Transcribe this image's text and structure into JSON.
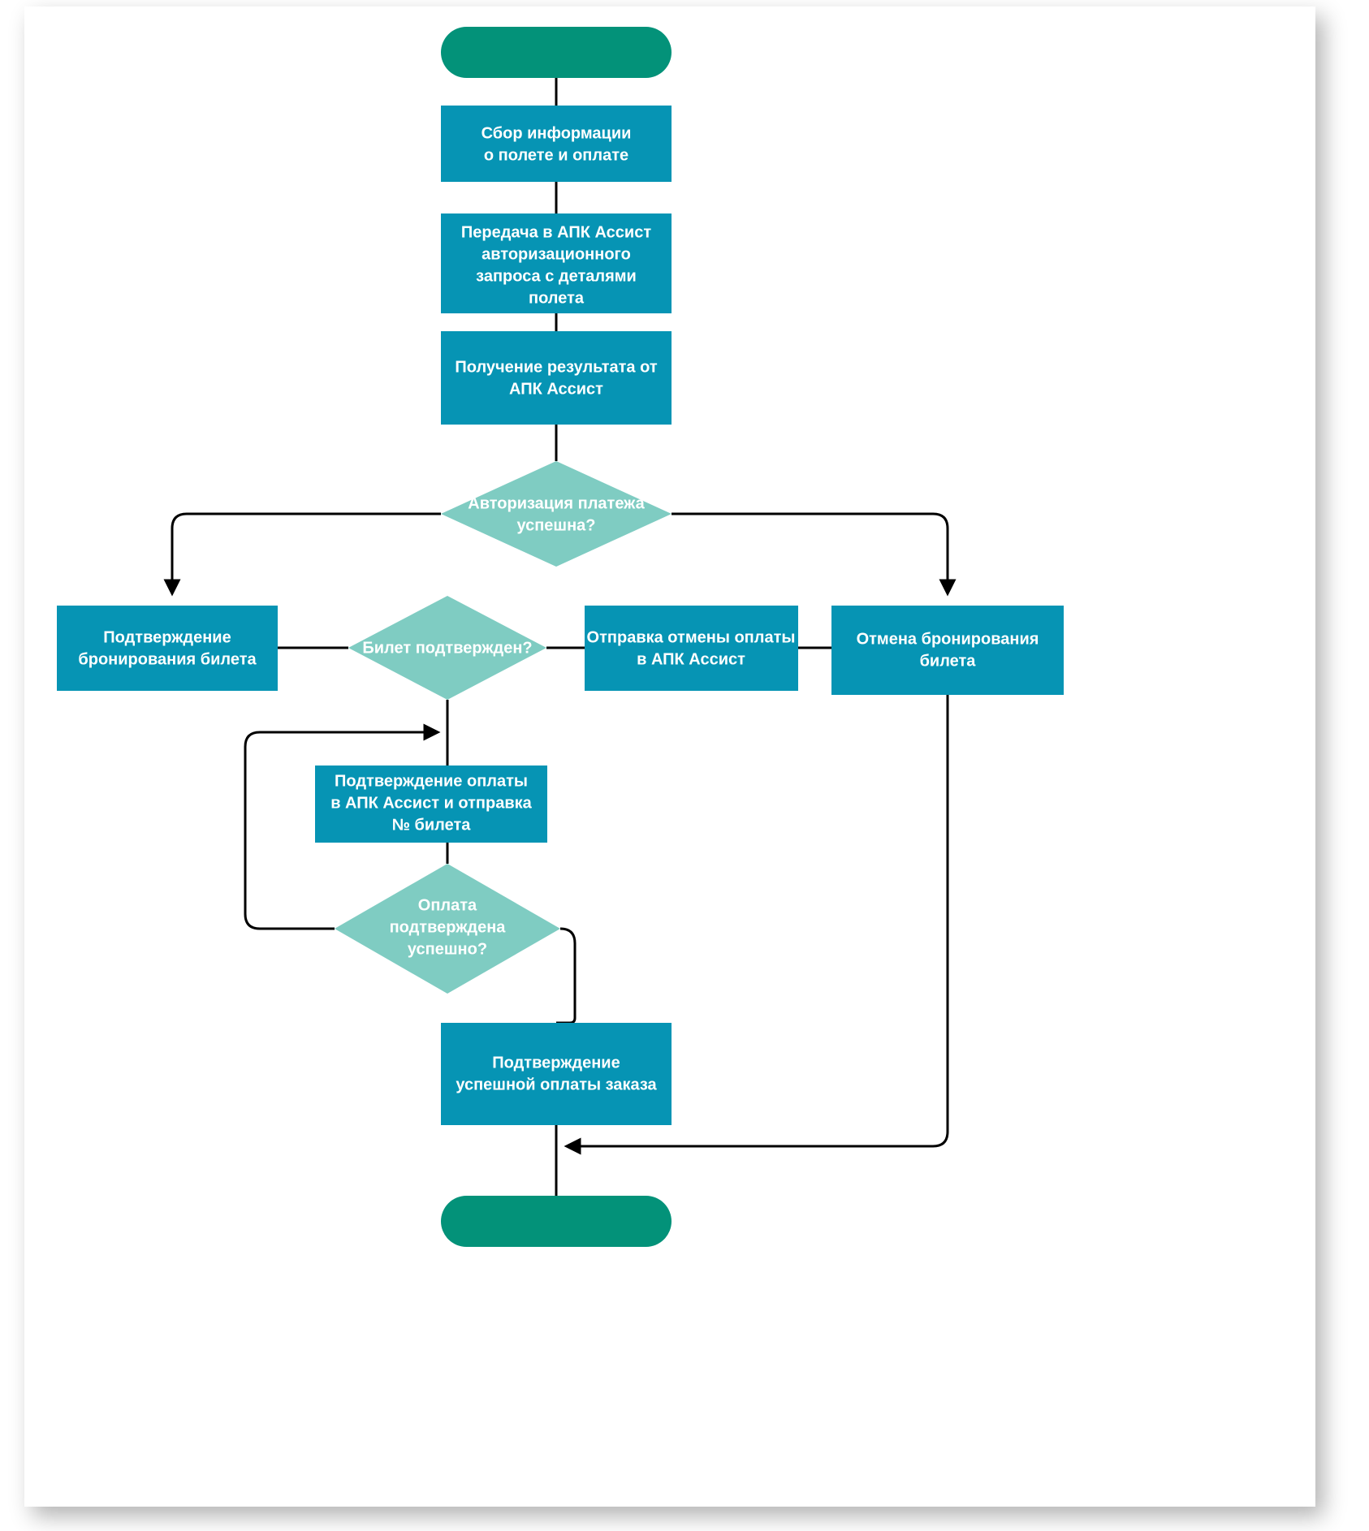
{
  "diagram": {
    "title": "Процесс оплаты и бронирования билета",
    "type": "flowchart",
    "colors": {
      "terminator": "#039279",
      "process": "#0694B4",
      "decision": "#7FCCC2",
      "edge": "#000000",
      "label": "#FFFFFF",
      "canvas": "#FFFFFF"
    },
    "nodes": {
      "start": {
        "label": "",
        "shape": "terminator"
      },
      "collect_info": {
        "label": "Сбор информации\nо полете и оплате",
        "shape": "process"
      },
      "send_auth": {
        "label": "Передача в АПК Ассист\nавторизационного\nзапроса с деталями\nполета",
        "shape": "process"
      },
      "get_result": {
        "label": "Получение результата от\nАПК Ассист",
        "shape": "process"
      },
      "auth_ok": {
        "label": "Авторизация платежа\nуспешна?",
        "shape": "decision"
      },
      "confirm_booking": {
        "label": "Подтверждение\nбронирования билета",
        "shape": "process"
      },
      "ticket_confirmed": {
        "label": "Билет подтвержден?",
        "shape": "decision"
      },
      "send_cancel": {
        "label": "Отправка отмены оплаты\nв АПК Ассист",
        "shape": "process"
      },
      "cancel_booking": {
        "label": "Отмена бронирования\nбилета",
        "shape": "process"
      },
      "confirm_payment": {
        "label": "Подтверждение оплаты\nв АПК Ассист и отправка\n№ билета",
        "shape": "process"
      },
      "payment_ok": {
        "label": "Оплата\nподтверждена\nуспешно?",
        "shape": "decision"
      },
      "order_paid": {
        "label": "Подтверждение\nуспешной оплаты заказа",
        "shape": "process"
      },
      "end": {
        "label": "",
        "shape": "terminator"
      }
    },
    "node_lines": {
      "collect_info": [
        "Сбор информации",
        "о полете и оплате"
      ],
      "send_auth": [
        "Передача в АПК Ассист",
        "авторизационного",
        "запроса с деталями",
        "полета"
      ],
      "get_result": [
        "Получение результата от",
        "АПК Ассист"
      ],
      "auth_ok": [
        "Авторизация платежа",
        "успешна?"
      ],
      "confirm_booking": [
        "Подтверждение",
        "бронирования билета"
      ],
      "ticket_confirmed": [
        "Билет подтвержден?"
      ],
      "send_cancel": [
        "Отправка отмены оплаты",
        "в АПК Ассист"
      ],
      "cancel_booking": [
        "Отмена бронирования",
        "билета"
      ],
      "confirm_payment": [
        "Подтверждение оплаты",
        "в АПК Ассист и отправка",
        "№ билета"
      ],
      "payment_ok": [
        "Оплата",
        "подтверждена",
        "успешно?"
      ],
      "order_paid": [
        "Подтверждение",
        "успешной оплаты заказа"
      ]
    },
    "edges": [
      {
        "from": "start",
        "to": "collect_info",
        "label": ""
      },
      {
        "from": "collect_info",
        "to": "send_auth",
        "label": ""
      },
      {
        "from": "send_auth",
        "to": "get_result",
        "label": ""
      },
      {
        "from": "get_result",
        "to": "auth_ok",
        "label": ""
      },
      {
        "from": "auth_ok",
        "to": "confirm_booking",
        "label": ""
      },
      {
        "from": "auth_ok",
        "to": "cancel_booking",
        "label": ""
      },
      {
        "from": "confirm_booking",
        "to": "ticket_confirmed",
        "label": ""
      },
      {
        "from": "ticket_confirmed",
        "to": "send_cancel",
        "label": ""
      },
      {
        "from": "send_cancel",
        "to": "cancel_booking",
        "label": ""
      },
      {
        "from": "ticket_confirmed",
        "to": "confirm_payment",
        "label": ""
      },
      {
        "from": "confirm_payment",
        "to": "payment_ok",
        "label": ""
      },
      {
        "from": "payment_ok",
        "to": "confirm_payment",
        "label": ""
      },
      {
        "from": "payment_ok",
        "to": "order_paid",
        "label": ""
      },
      {
        "from": "order_paid",
        "to": "end",
        "label": ""
      },
      {
        "from": "cancel_booking",
        "to": "end",
        "label": ""
      }
    ]
  }
}
